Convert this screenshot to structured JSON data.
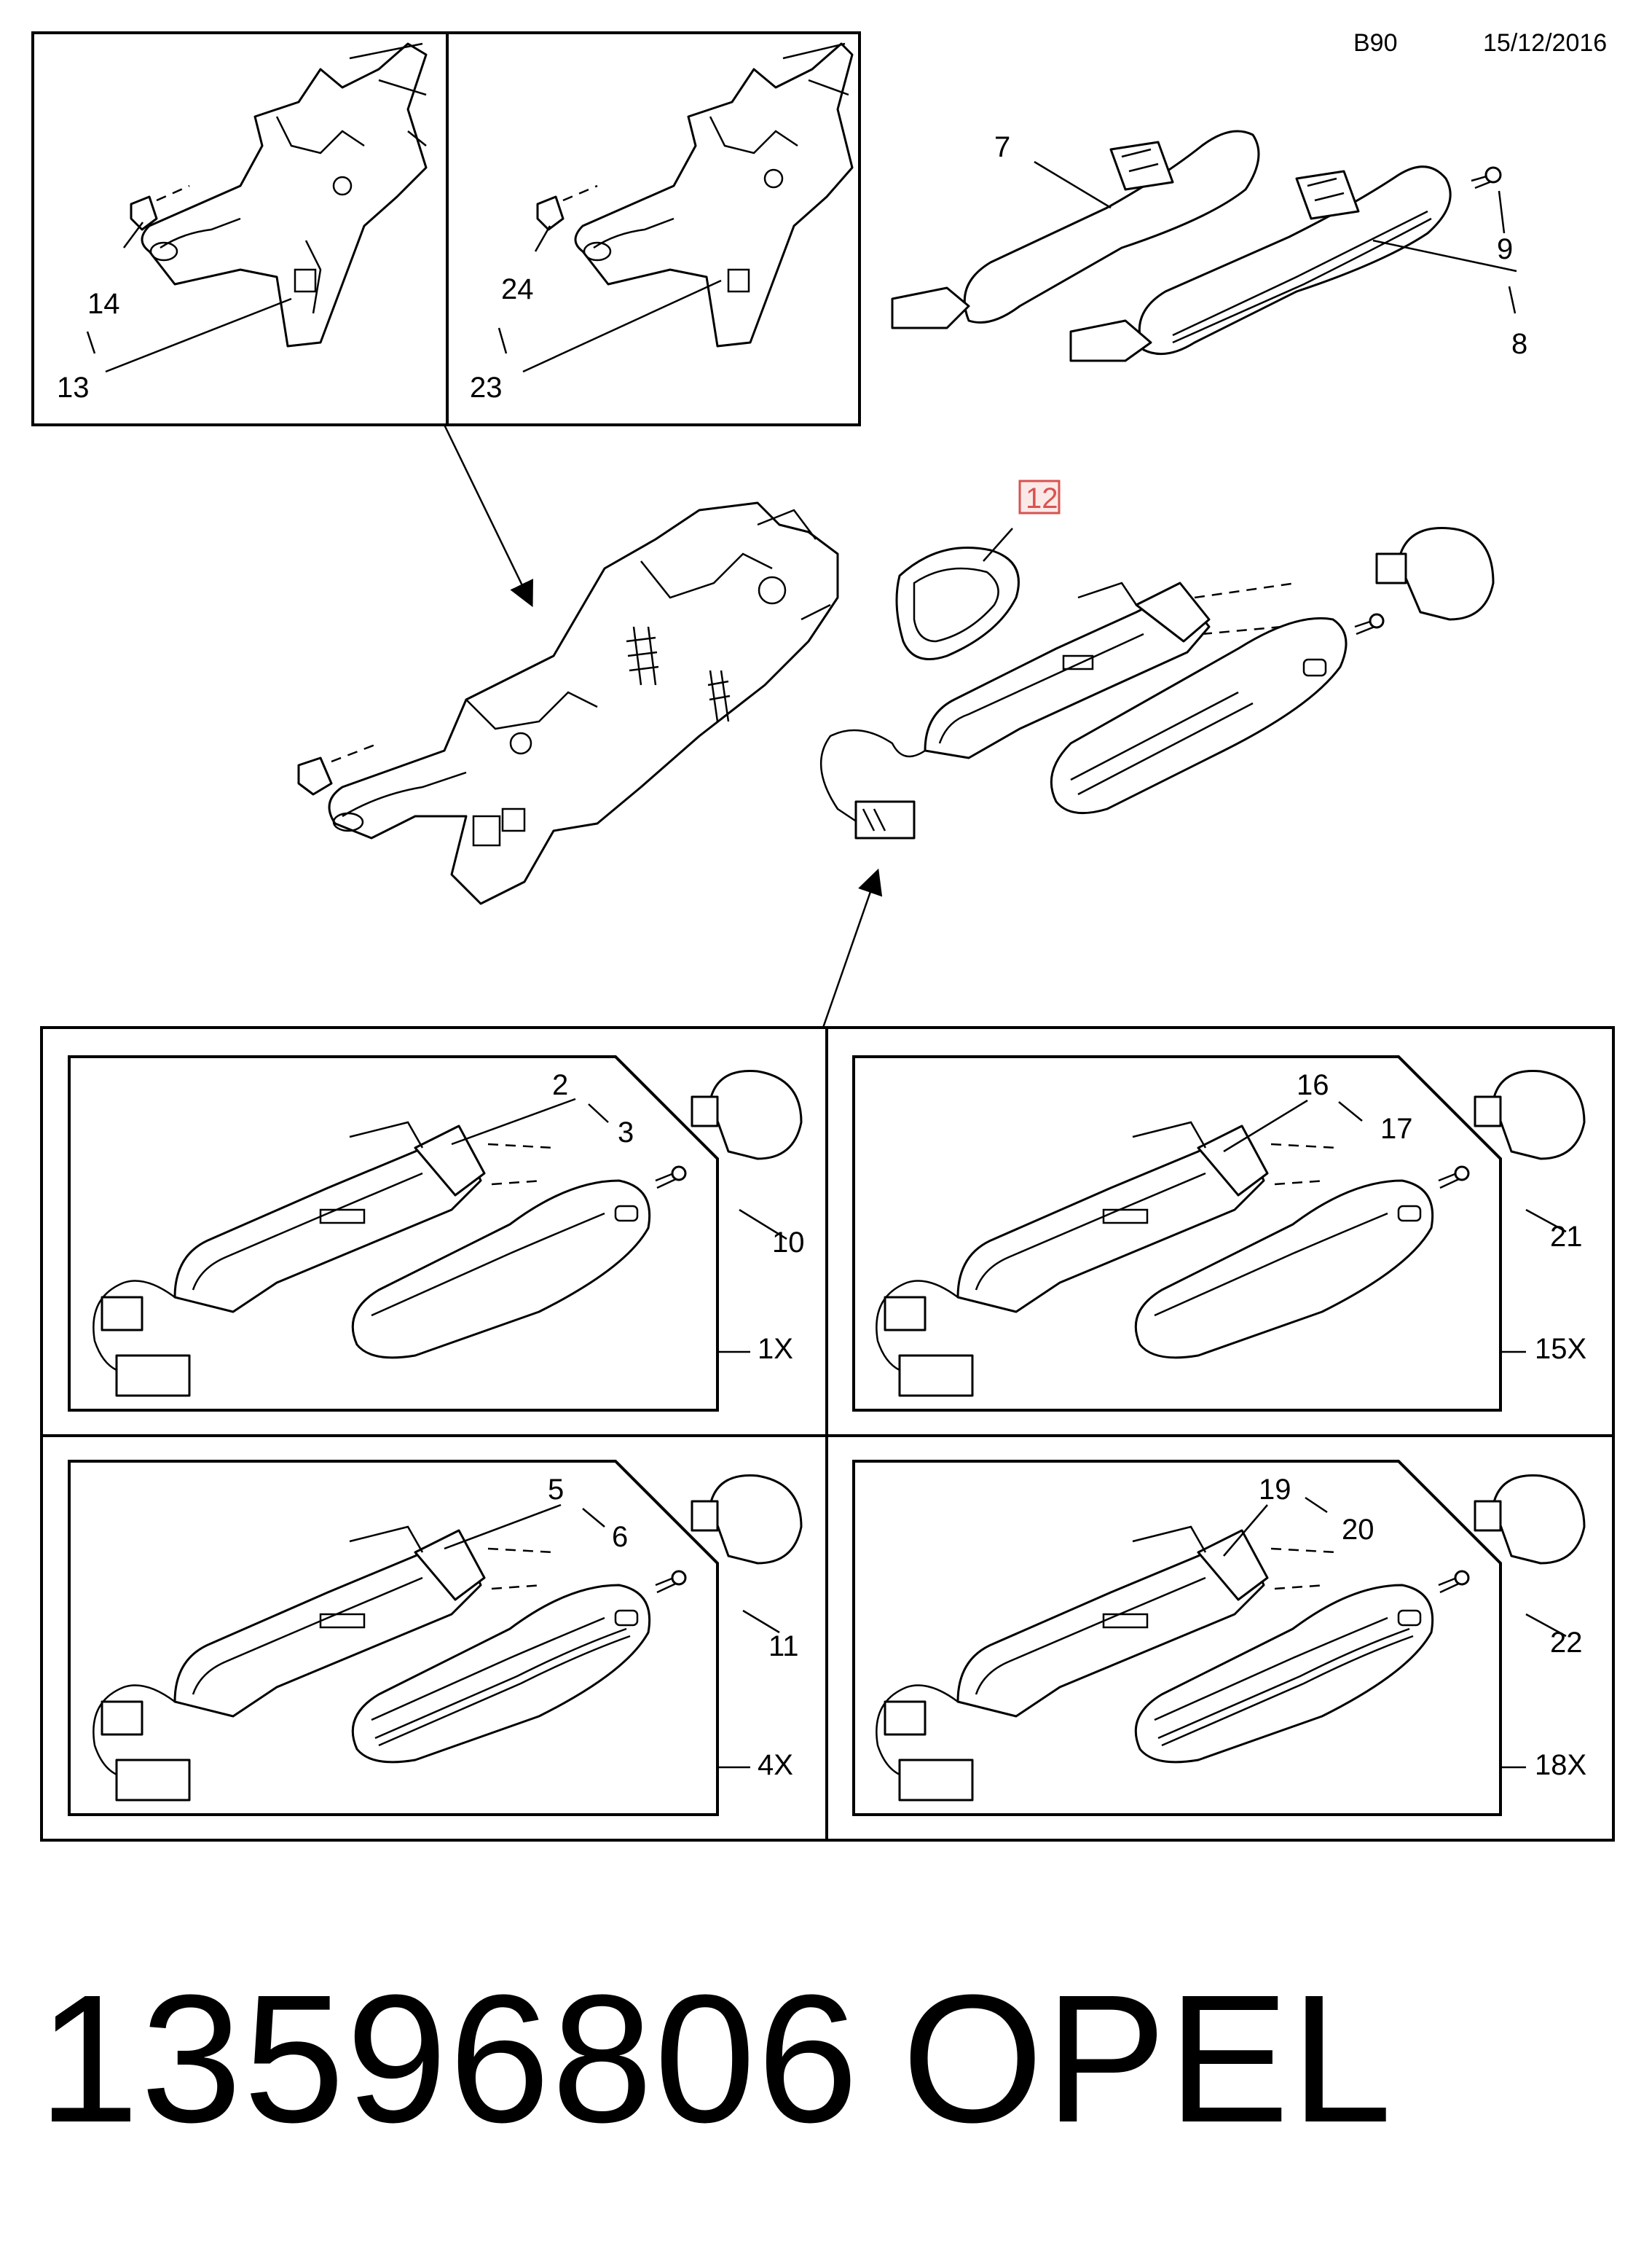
{
  "header": {
    "code": "B90",
    "date": "15/12/2016"
  },
  "callouts": {
    "c7": "7",
    "c8": "8",
    "c9": "9",
    "c14": "14",
    "c13": "13",
    "c24": "24",
    "c23": "23",
    "c12": "12",
    "c2": "2",
    "c3": "3",
    "c10": "10",
    "c16": "16",
    "c17": "17",
    "c21": "21",
    "c5": "5",
    "c6": "6",
    "c11": "11",
    "c19": "19",
    "c20": "20",
    "c22": "22"
  },
  "quantities": {
    "q1": "1X",
    "q15": "15X",
    "q4": "4X",
    "q18": "18X"
  },
  "footer": {
    "part_number": "13596806",
    "brand": "OPEL"
  },
  "colors": {
    "line": "#000000",
    "highlight": "#d9534f",
    "highlight_fill": "#fbe9e8"
  }
}
